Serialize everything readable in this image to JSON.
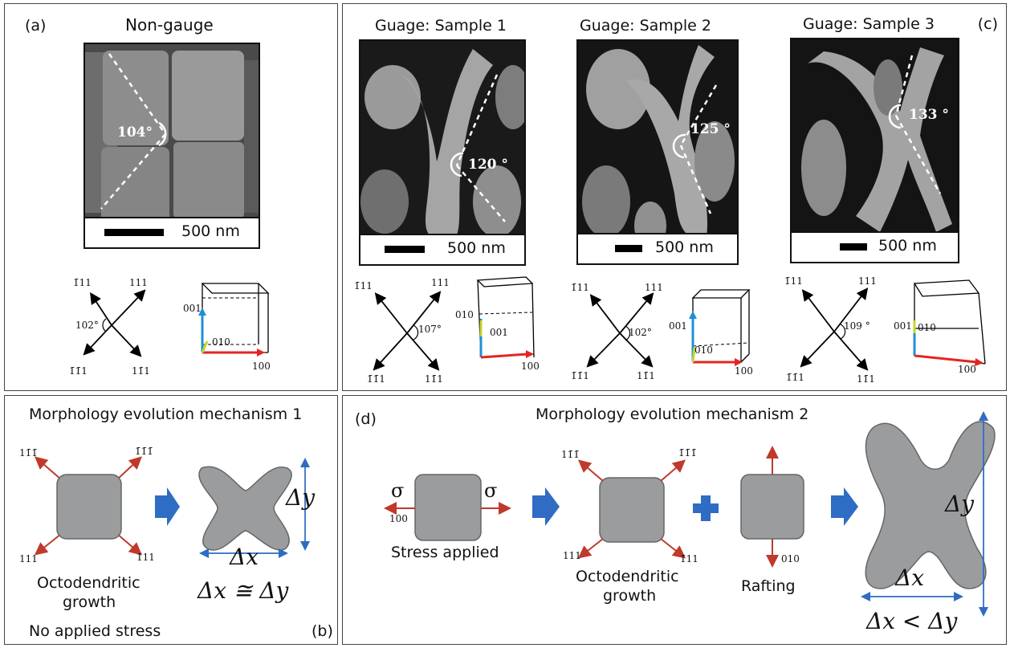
{
  "panel_a": {
    "label": "(a)",
    "title": "Non-gauge",
    "angle": "104°",
    "scalebar": "500 nm",
    "dir_angle": "102°",
    "dir_labels": [
      "1̄11",
      "111",
      "1̄1̄1",
      "11̄1"
    ],
    "axes": [
      "001",
      "010",
      "100"
    ]
  },
  "panel_c": {
    "label": "(c)",
    "samples": [
      {
        "title": "Guage: Sample 1",
        "angle": "120 °",
        "scalebar": "500 nm",
        "dir_angle": "107°",
        "axes": [
          "010",
          "001",
          "100"
        ]
      },
      {
        "title": "Guage: Sample 2",
        "angle": "125 °",
        "scalebar": "500 nm",
        "dir_angle": "102°",
        "axes": [
          "001",
          "010",
          "100"
        ]
      },
      {
        "title": "Guage: Sample 3",
        "angle": "133 °",
        "scalebar": "500 nm",
        "dir_angle": "109 °",
        "axes": [
          "001",
          "010",
          "100"
        ]
      }
    ],
    "dir_labels": [
      "1̄11",
      "111",
      "1̄1̄1",
      "11̄1"
    ]
  },
  "panel_b": {
    "label": "(b)",
    "title": "Morphology evolution mechanism 1",
    "dir_labels": [
      "11̄1̄",
      "1̄1̄1̄",
      "111",
      "1̄11"
    ],
    "caption_line1": "Octodendritic",
    "caption_line2": "growth",
    "caption_line3": "No applied stress",
    "dx": "Δx",
    "dy": "Δy",
    "relation": "Δx ≅ Δy"
  },
  "panel_d": {
    "label": "(d)",
    "title": "Morphology evolution mechanism 2",
    "sigma": "σ",
    "stress_dir": "100",
    "stress_caption": "Stress applied",
    "dir_labels": [
      "11̄1̄",
      "1̄1̄1̄",
      "111",
      "1̄11"
    ],
    "growth_line1": "Octodendritic",
    "growth_line2": "growth",
    "raft_dir": "010",
    "raft_caption": "Rafting",
    "dx": "Δx",
    "dy": "Δy",
    "relation": "Δx < Δy"
  },
  "colors": {
    "arrow_red": "#c0392b",
    "blue": "#2f6cc4",
    "shape_gray": "#9a9c9e",
    "axis_red": "#e52421",
    "axis_blue": "#1f8fd6",
    "axis_green": "#c9d42c"
  }
}
